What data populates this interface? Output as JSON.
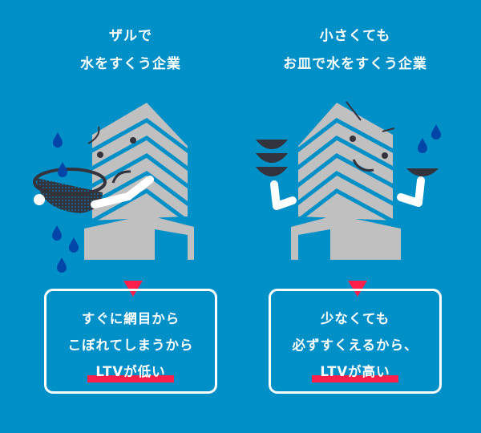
{
  "left": {
    "title_lines": [
      "ザルで",
      "水をすくう企業"
    ],
    "box_lines": [
      "すぐに網目から",
      "こぼれてしまうから"
    ],
    "conclusion": "LTVが低い"
  },
  "right": {
    "title_lines": [
      "小さくても",
      "お皿で水をすくう企業"
    ],
    "box_lines": [
      "少なくても",
      "必ずすくえるから、"
    ],
    "conclusion": "LTVが高い"
  },
  "colors": {
    "background": "#0090c8",
    "building": "#c0c0c0",
    "accent": "#ff1f4b",
    "drop": "#0046a8",
    "dark": "#33333d"
  }
}
